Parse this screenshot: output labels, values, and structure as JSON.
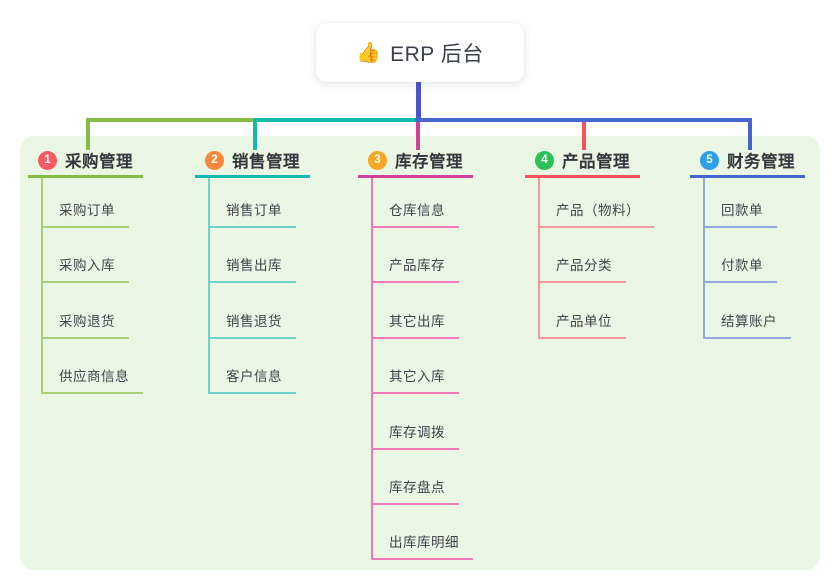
{
  "root": {
    "icon": "👍",
    "label": "ERP 后台"
  },
  "colors": {
    "panel_bg": "#e9f7e4",
    "trunk": "#4a55c8",
    "root_text": "#3a3f4a",
    "header_text": "#33373d",
    "child_text": "#3f4449"
  },
  "branches": [
    {
      "num": "1",
      "title": "采购管理",
      "badge_color": "#f85b64",
      "line_color": "#85bc44",
      "light_color": "#a8d078",
      "children": [
        "采购订单",
        "采购入库",
        "采购退货",
        "供应商信息"
      ]
    },
    {
      "num": "2",
      "title": "销售管理",
      "badge_color": "#f8883b",
      "line_color": "#12b9ac",
      "light_color": "#6fd2c6",
      "children": [
        "销售订单",
        "销售出库",
        "销售退货",
        "客户信息"
      ]
    },
    {
      "num": "3",
      "title": "库存管理",
      "badge_color": "#f7a726",
      "line_color": "#d24098",
      "light_color": "#ef7ab5",
      "children": [
        "仓库信息",
        "产品库存",
        "其它出库",
        "其它入库",
        "库存调拨",
        "库存盘点",
        "出库库明细"
      ]
    },
    {
      "num": "4",
      "title": "产品管理",
      "badge_color": "#2bc158",
      "line_color": "#f8515c",
      "light_color": "#f9959d",
      "children": [
        "产品（物料）",
        "产品分类",
        "产品单位"
      ]
    },
    {
      "num": "5",
      "title": "财务管理",
      "badge_color": "#2b9fe8",
      "line_color": "#4464cf",
      "light_color": "#93a8de",
      "children": [
        "回款单",
        "付款单",
        "结算账户"
      ]
    }
  ]
}
